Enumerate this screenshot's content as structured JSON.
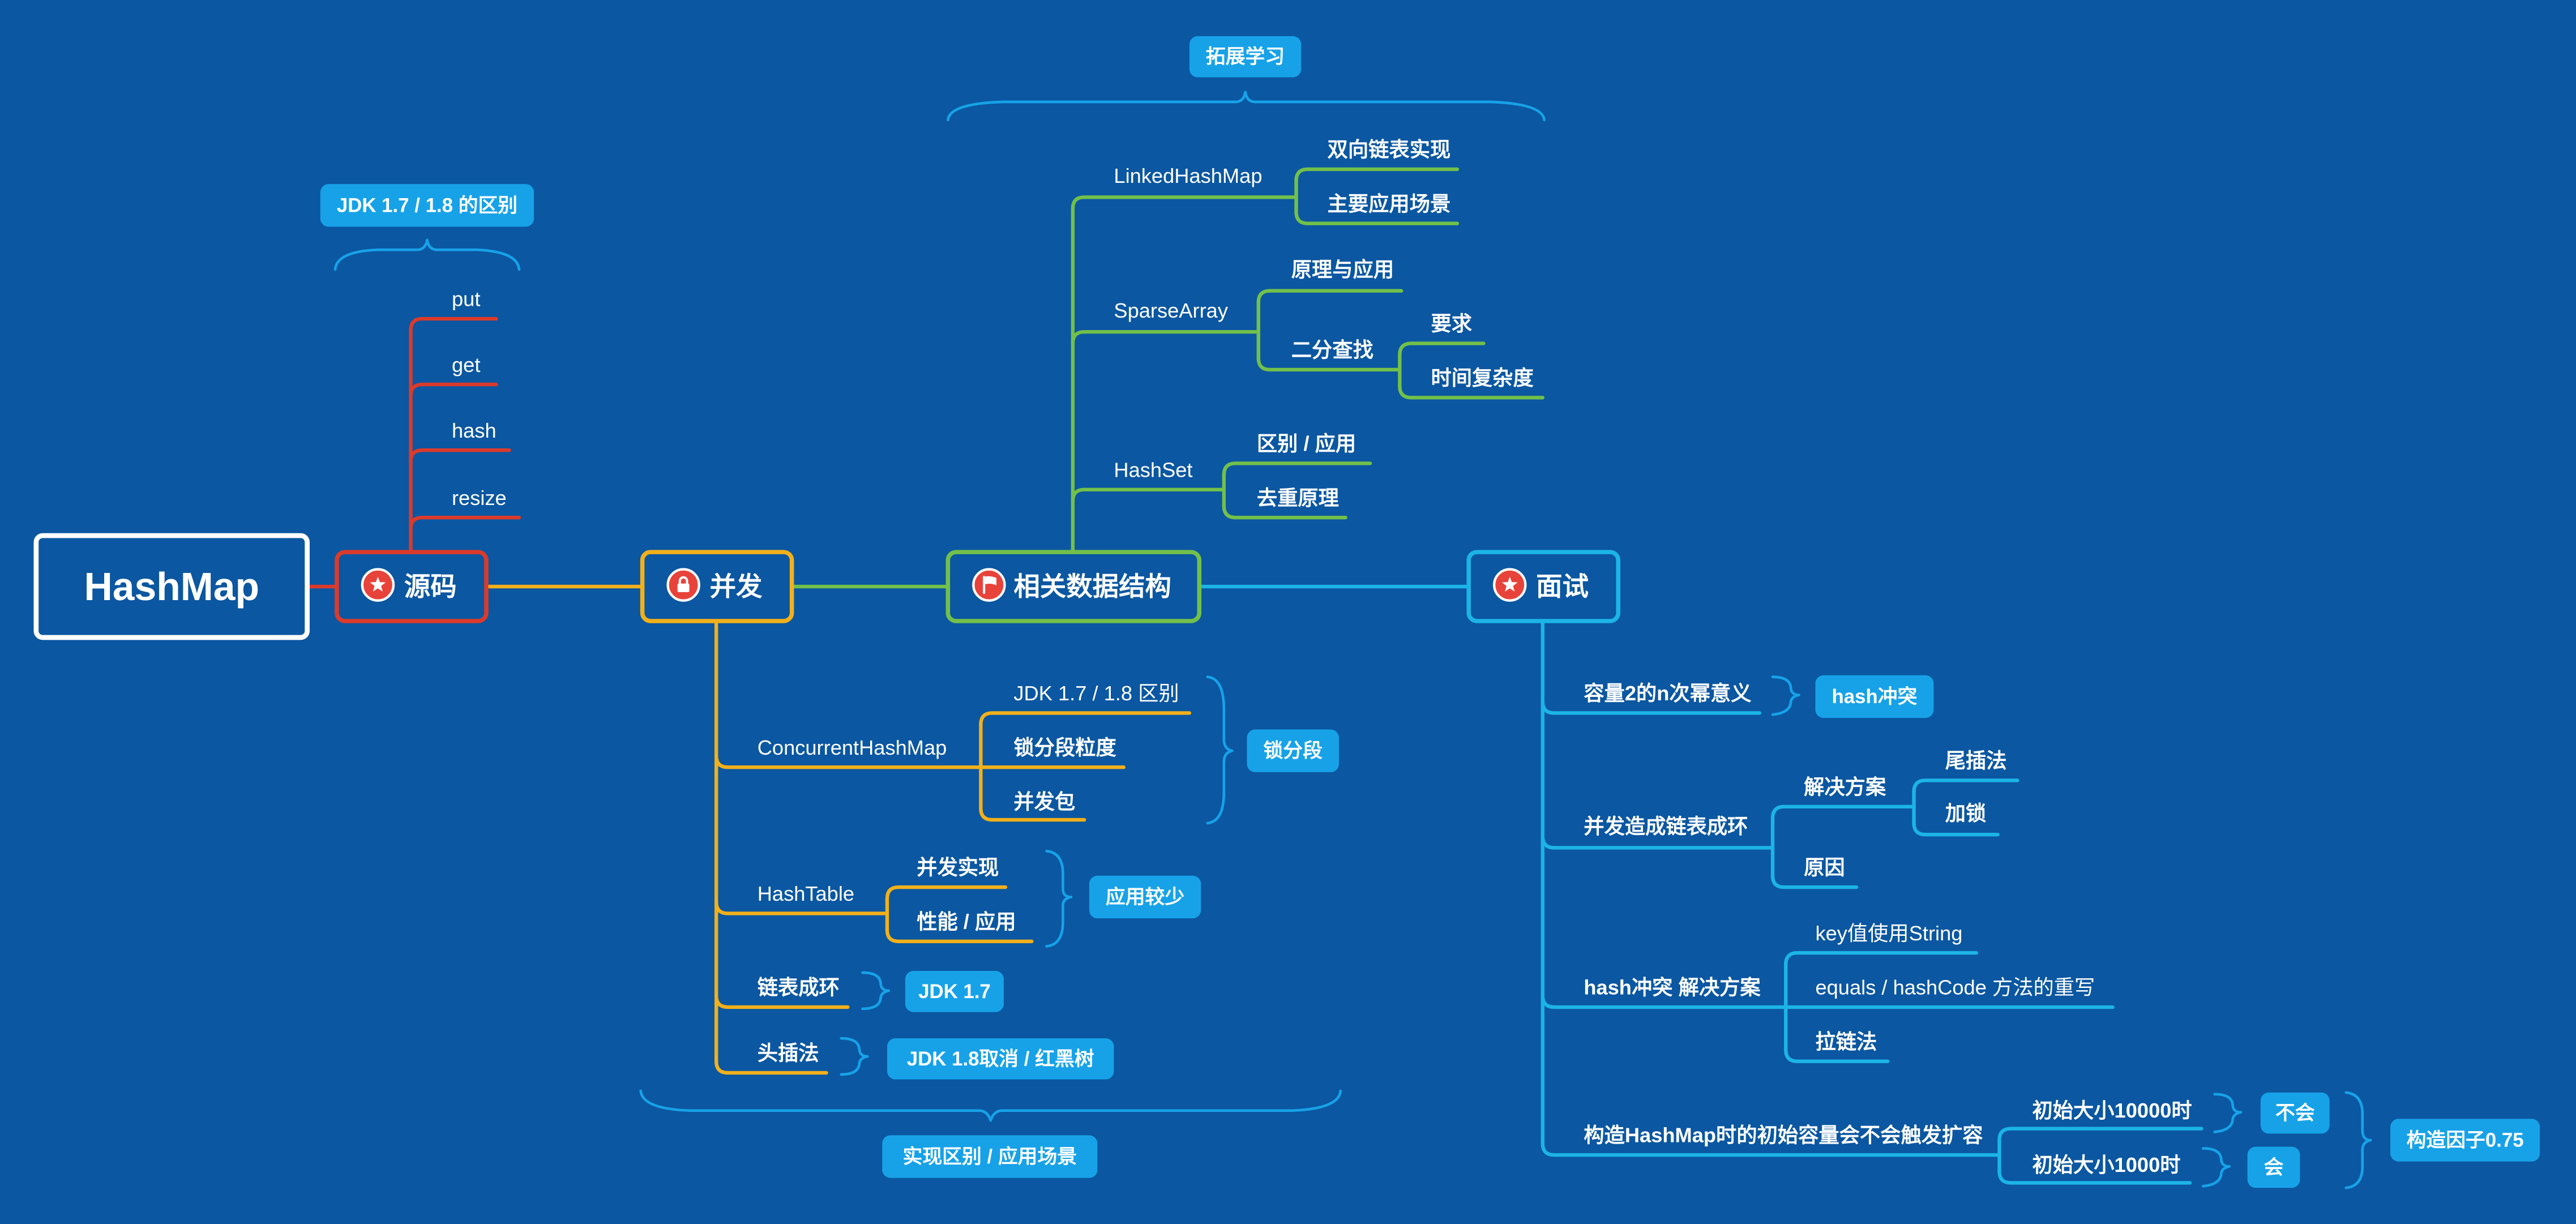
{
  "colors": {
    "background": "#0b57a1",
    "central": "#ffffff",
    "source": "#dc3a2b",
    "concurrency": "#f2b01b",
    "structures": "#72c04a",
    "interview": "#1cb4e6",
    "summary": "#17a2e8",
    "icon": "#e8433a"
  },
  "central_topic": "HashMap",
  "source": {
    "label": "源码",
    "icon": "star-icon",
    "children": [
      "put",
      "get",
      "hash",
      "resize"
    ],
    "summary": "JDK 1.7 / 1.8 的区别"
  },
  "concurrency": {
    "label": "并发",
    "icon": "lock-icon",
    "summary": "实现区别 / 应用场景",
    "children": [
      {
        "label": "ConcurrentHashMap",
        "children": [
          "JDK 1.7 / 1.8 区别",
          "锁分段粒度",
          "并发包"
        ],
        "summary": "锁分段"
      },
      {
        "label": "HashTable",
        "children": [
          "并发实现",
          "性能 / 应用"
        ],
        "summary": "应用较少"
      },
      {
        "label": "链表成环",
        "summary": "JDK 1.7"
      },
      {
        "label": "头插法",
        "summary": "JDK 1.8取消 / 红黑树"
      }
    ]
  },
  "structures": {
    "label": "相关数据结构",
    "icon": "flag-icon",
    "summary": "拓展学习",
    "children": [
      {
        "label": "LinkedHashMap",
        "children": [
          "双向链表实现",
          "主要应用场景"
        ]
      },
      {
        "label": "SparseArray",
        "children": [
          {
            "label": "原理与应用"
          },
          {
            "label": "二分查找",
            "children": [
              "要求",
              "时间复杂度"
            ]
          }
        ]
      },
      {
        "label": "HashSet",
        "children": [
          "区别 / 应用",
          "去重原理"
        ]
      }
    ]
  },
  "interview": {
    "label": "面试",
    "icon": "star-icon",
    "children": [
      {
        "label": "容量2的n次幂意义",
        "summary": "hash冲突"
      },
      {
        "label": "并发造成链表成环",
        "children": [
          {
            "label": "解决方案",
            "children": [
              "尾插法",
              "加锁"
            ]
          },
          {
            "label": "原因"
          }
        ]
      },
      {
        "label": "hash冲突 解决方案",
        "children": [
          "key值使用String",
          "equals / hashCode 方法的重写",
          "拉链法"
        ]
      },
      {
        "label": "构造HashMap时的初始容量会不会触发扩容",
        "summary": "构造因子0.75",
        "children": [
          {
            "label": "初始大小10000时",
            "summary": "不会"
          },
          {
            "label": "初始大小1000时",
            "summary": "会"
          }
        ]
      }
    ]
  }
}
